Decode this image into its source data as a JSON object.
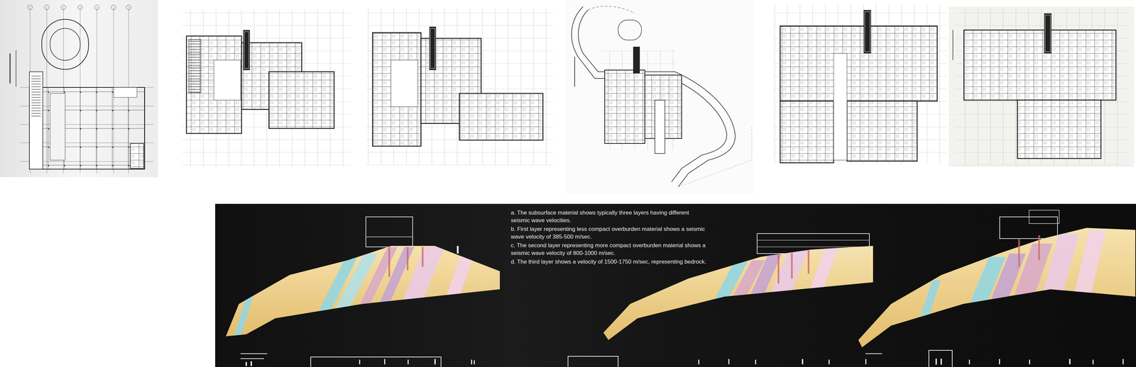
{
  "diagram": {
    "labels": [
      "a.  The subsurface material shows typically three layers having different seismic wave velocities.",
      "b.  First layer representing less compact overburden material shows a seismic wave velocity of 385-500 m/sec.",
      "c.  The second layer representing more compact overburden material shows a seismic wave velocity of 800-1000 m/sec.",
      "d.  The third layer shows a velocity of 1500-1750 m/sec, representing bedrock."
    ]
  }
}
